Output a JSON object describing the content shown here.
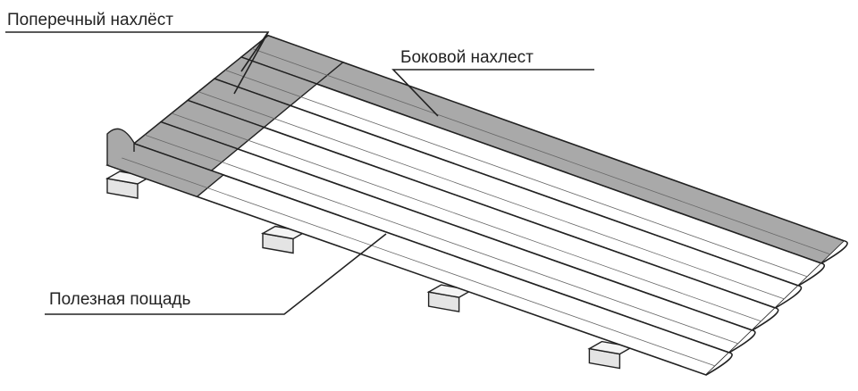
{
  "labels": {
    "transverse_overlap": "Поперечный нахлёст",
    "side_overlap": "Боковой нахлест",
    "useful_area": "Полезная пощадь"
  },
  "colors": {
    "overlap": "#a9a9a9",
    "sheet": "#ffffff",
    "outline": "#222222",
    "purlin": "#e4e4e4"
  },
  "sheet_count": 6,
  "purlin_count": 4
}
